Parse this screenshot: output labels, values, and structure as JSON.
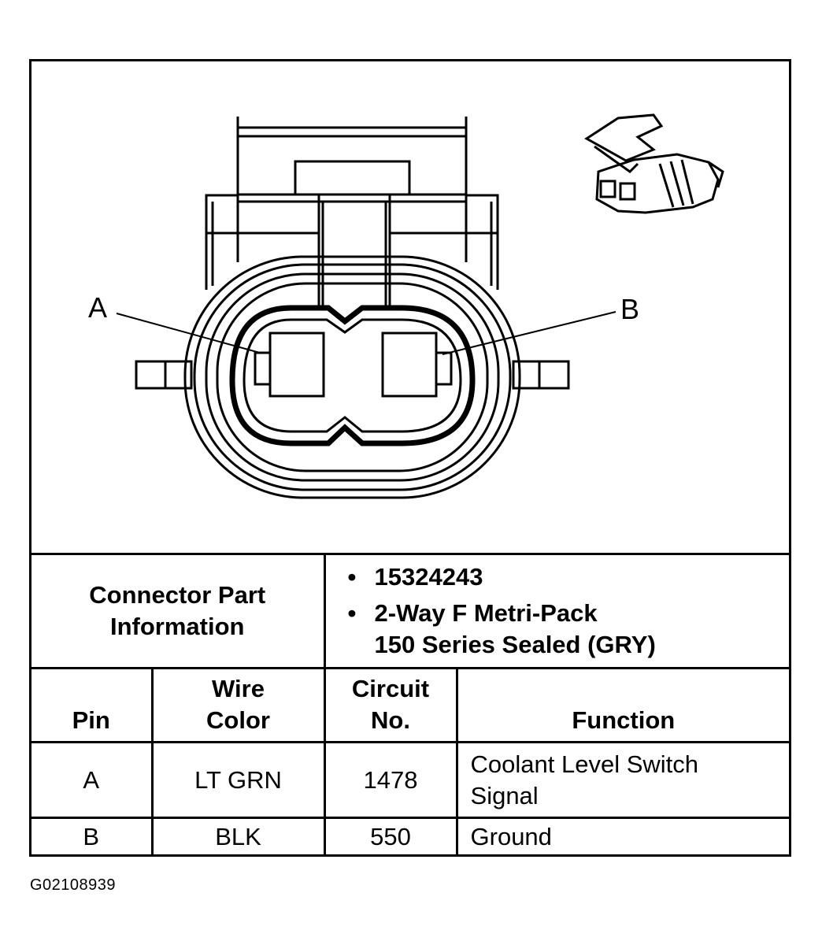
{
  "diagram": {
    "pin_labels": [
      "A",
      "B"
    ]
  },
  "connector_info": {
    "title_line1": "Connector Part",
    "title_line2": "Information",
    "items": [
      {
        "bullet": "•",
        "line1": "15324243",
        "line2": ""
      },
      {
        "bullet": "•",
        "line1": "2-Way F Metri-Pack",
        "line2": "150 Series Sealed (GRY)"
      }
    ]
  },
  "pin_table": {
    "headers": {
      "pin": "Pin",
      "wire_color_1": "Wire",
      "wire_color_2": "Color",
      "circuit_1": "Circuit",
      "circuit_2": "No.",
      "function": "Function"
    },
    "rows": [
      {
        "pin": "A",
        "wire_color": "LT GRN",
        "circuit": "1478",
        "function_1": "Coolant Level Switch",
        "function_2": "Signal"
      },
      {
        "pin": "B",
        "wire_color": "BLK",
        "circuit": "550",
        "function_1": "Ground",
        "function_2": ""
      }
    ]
  },
  "figure_id": "G02108939"
}
